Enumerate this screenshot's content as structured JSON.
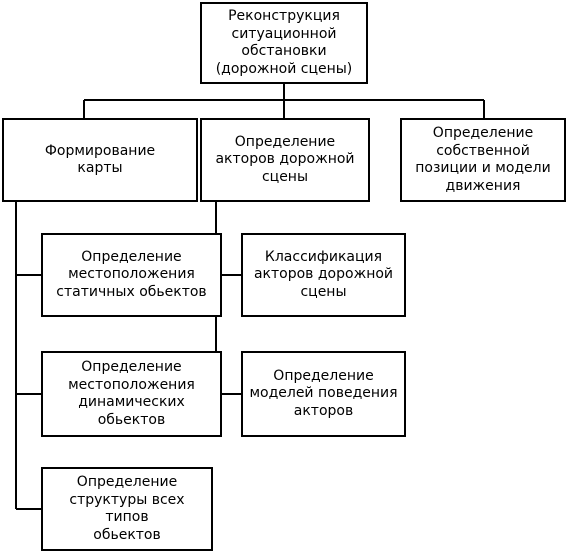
{
  "diagram": {
    "root": {
      "label": "Реконструкция\nситуационной\nобстановки\n(дорожной сцены)"
    },
    "level1": [
      {
        "label": "Формирование\nкарты"
      },
      {
        "label": "Определение\nакторов дорожной\nсцены"
      },
      {
        "label": "Определение\nсобственной\nпозиции и модели\nдвижения"
      }
    ],
    "map_children": [
      {
        "label": "Определение\nместоположения\nстатичных обьектов"
      },
      {
        "label": "Определение\nместоположения\nдинамических\nобьектов"
      },
      {
        "label": "Определение\nструктуры всех типов\nобьектов"
      }
    ],
    "actor_children": [
      {
        "label": "Классификация\nакторов дорожной\nсцены"
      },
      {
        "label": "Определение\nмоделей поведения\nакторов"
      }
    ]
  }
}
